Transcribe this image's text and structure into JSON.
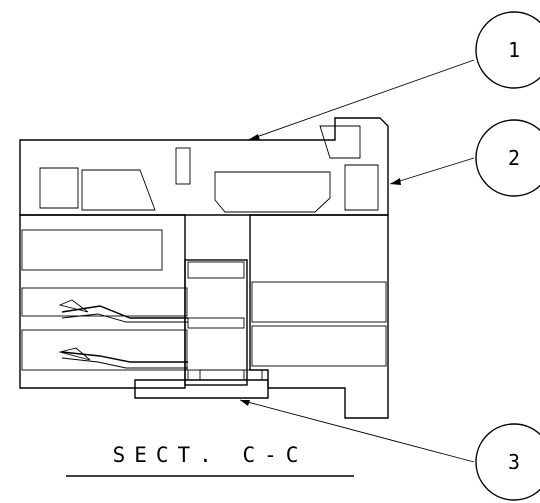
{
  "drawing": {
    "section_title": "SECT. C-C",
    "callouts": [
      {
        "id": "callout-1",
        "label": "1"
      },
      {
        "id": "callout-2",
        "label": "2"
      },
      {
        "id": "callout-3",
        "label": "3"
      }
    ]
  }
}
